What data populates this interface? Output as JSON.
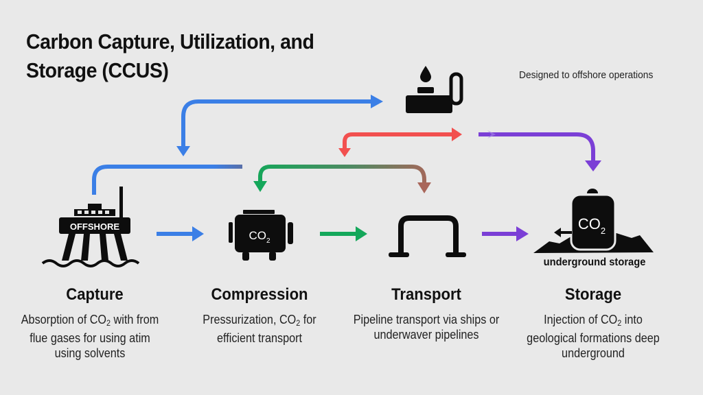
{
  "title": "Carbon Capture, Utilization, and Storage (CCUS)",
  "note": "Designed to offshore operations",
  "colors": {
    "background": "#e9e9e9",
    "blue": "#3b7fe6",
    "green": "#14a75a",
    "red": "#f2504f",
    "purple": "#7b3fd6",
    "brown": "#a9665a",
    "icon": "#0d0d0d"
  },
  "icons": {
    "offshore_platform": {
      "name": "offshore-platform-icon",
      "label": "OFFSHORE"
    },
    "compressor": {
      "name": "compressor-icon",
      "label": "CO",
      "sub": "2"
    },
    "pipeline": {
      "name": "pipeline-icon"
    },
    "storage_tank": {
      "name": "storage-tank-icon",
      "label": "CO",
      "sub": "2",
      "caption": "underground storage"
    },
    "utilization": {
      "name": "oil-lamp-icon"
    }
  },
  "stages": [
    {
      "title": "Capture",
      "desc_pre": "Absorption of CO",
      "desc_sub": "2",
      "desc_post": " with from flue gases for using atim using solvents"
    },
    {
      "title": "Compression",
      "desc_pre": "Pressurization, CO",
      "desc_sub": "2",
      "desc_post": " for efficient transport"
    },
    {
      "title": "Transport",
      "desc_pre": "Pipeline transport via ships or underwaver pipelines",
      "desc_sub": "",
      "desc_post": ""
    },
    {
      "title": "Storage",
      "desc_pre": "Injection of CO",
      "desc_sub": "2",
      "desc_post": " into geological formations deep underground"
    }
  ]
}
